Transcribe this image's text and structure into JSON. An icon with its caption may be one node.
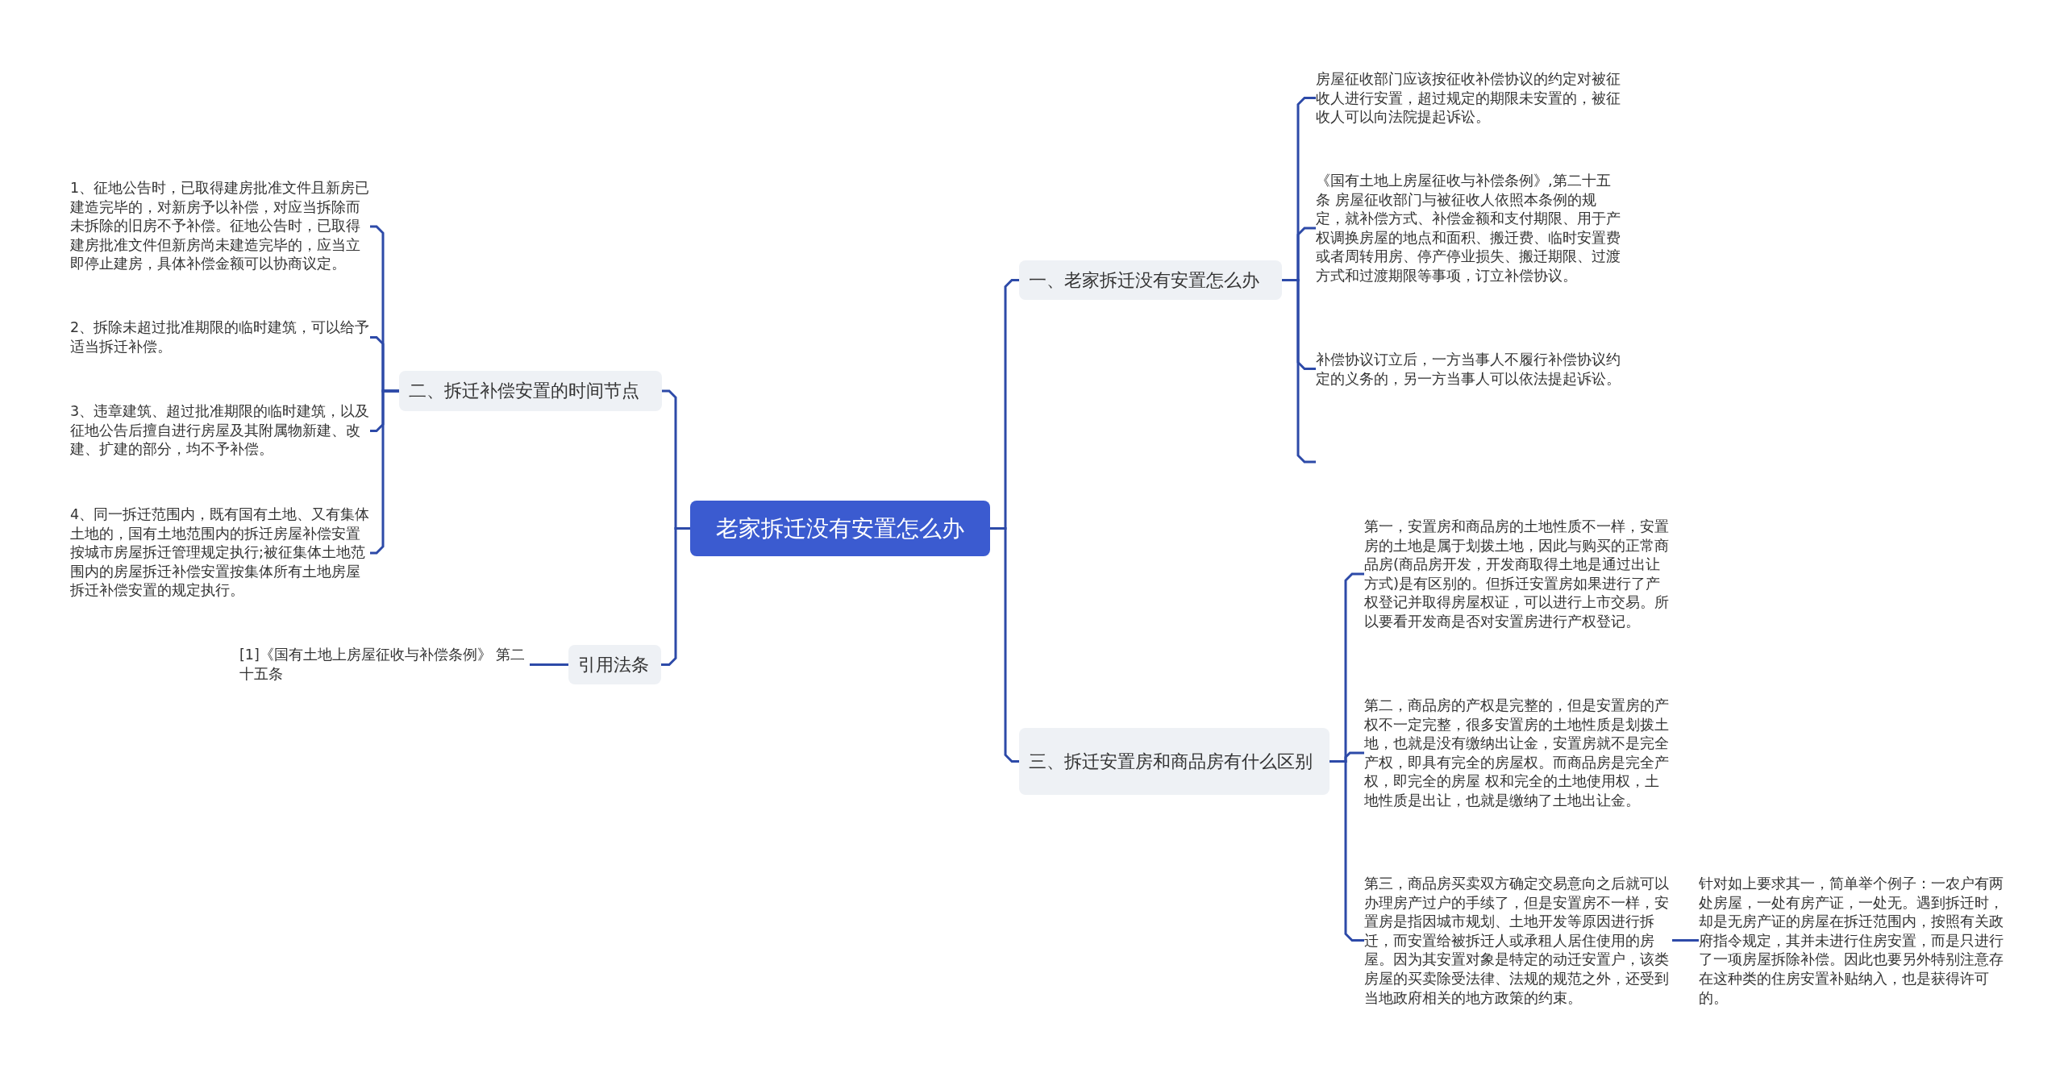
{
  "diagram": {
    "nodes": [
      {
        "text": [
          "老家拆迁没有安置怎么办"
        ]
      },
      {
        "text": [
          "一、老家拆迁没有安置怎么办"
        ]
      },
      {
        "text": [
          "房屋征收部门应该按征收补偿协议的约定对被征收人进行安置，超过规定的期限未安置的，被征收人可以向法院提起诉讼。"
        ]
      },
      {
        "text": [
          "《国有土地上房屋征收与补偿条例》,第二十五条 房屋征收部门与被征收人依照本条例的规定，就补偿方式、补偿金额和支付期限、用于产权调换房屋的地点和面积、搬迁费、临时安置费或者周转用房、停产停业损失、搬迁期限、过渡方式和过渡期限等事项，订立补偿协议。"
        ]
      },
      {
        "text": [
          "补偿协议订立后，一方当事人不履行补偿协议约定的义务的，另一方当事人可以依法提起诉讼。"
        ]
      },
      {
        "text": [
          "三、拆迁安置房和商品房有什么区别"
        ]
      },
      {
        "text": [
          "第一，安置房和商品房的土地性质不一样，安置房的土地是属于划拨土地，因此与购买的正常商品房(商品房开发，开发商取得土地是通过出让方式)是有区别的。但拆迁安置房如果进行了产权登记并取得房屋权证，可以进行上市交易。所以要看开发商是否对安置房进行产权登记。"
        ]
      },
      {
        "text": [
          "第二，商品房的产权是完整的，但是安置房的产权不一定完整，很多安置房的土地性质是划拨土地，也就是没有缴纳出让金，安置房就不是完全产权，即具有完全的房屋权。而商品房是完全产权，即完全的房屋 权和完全的土地使用权，土地性质是出让，也就是缴纳了土地出让金。"
        ]
      },
      {
        "text": [
          "第三，商品房买卖双方确定交易意向之后就可以办理房产过户的手续了，但是安置房不一样，安置房是指因城市规划、土地开发等原因进行拆迁，而安置给被拆迁人或承租人居住使用的房屋。因为其安置对象是特定的动迁安置户，该类房屋的买卖除受法律、法规的规范之外，还受到当地政府相关的地方政策的约束。"
        ]
      },
      {
        "text": [
          "针对如上要求其一，简单举个例子：一农户有两处房屋，一处有房产证，一处无。遇到拆迁时，却是无房产证的房屋在拆迁范围内，按照有关政府指令规定，其并未进行住房安置，而是只进行了一项房屋拆除补偿。因此也要另外特别注意存在这种类的住房安置补贴纳入，也是获得许可的。"
        ]
      },
      {
        "text": [
          "二、拆迁补偿安置的时间节点"
        ]
      },
      {
        "text": [
          "1、征地公告时，已取得建房批准文件且新房已建造完毕的，对新房予以补偿，对应当拆除而未拆除的旧房不予补偿。征地公告时，已取得建房批准文件但新房尚未建造完毕的，应当立即停止建房，具体补偿金额可以协商议定。"
        ]
      },
      {
        "text": [
          "2、拆除未超过批准期限的临时建筑，可以给予适当拆迁补偿。"
        ]
      },
      {
        "text": [
          "3、违章建筑、超过批准期限的临时建筑，以及征地公告后擅自进行房屋及其附属物新建、改建、扩建的部分，均不予补偿。"
        ]
      },
      {
        "text": [
          "4、同一拆迁范围内，既有国有土地、又有集体土地的，国有土地范围内的拆迁房屋补偿安置按城市房屋拆迁管理规定执行;被征集体土地范围内的房屋拆迁补偿安置按集体所有土地房屋拆迁补偿安置的规定执行。"
        ]
      },
      {
        "text": [
          "引用法条"
        ]
      },
      {
        "text": [
          "[1]《国有土地上房屋征收与补偿条例》 第二十五条"
        ]
      }
    ],
    "edges": [
      {
        "from": 0,
        "to": 1,
        "arrow": "none"
      },
      {
        "from": 1,
        "to": 2,
        "arrow": "none"
      },
      {
        "from": 1,
        "to": 3,
        "arrow": "none"
      },
      {
        "from": 1,
        "to": 4,
        "arrow": "none"
      },
      {
        "from": 1,
        "to": null,
        "arrow": "none"
      },
      {
        "from": 0,
        "to": 5,
        "arrow": "none"
      },
      {
        "from": 5,
        "to": 6,
        "arrow": "none"
      },
      {
        "from": 5,
        "to": 7,
        "arrow": "none"
      },
      {
        "from": 5,
        "to": 8,
        "arrow": "none"
      },
      {
        "from": 8,
        "to": 9,
        "arrow": "none"
      },
      {
        "from": 0,
        "to": 10,
        "arrow": "none"
      },
      {
        "from": 10,
        "to": 11,
        "arrow": "none"
      },
      {
        "from": 10,
        "to": 12,
        "arrow": "none"
      },
      {
        "from": 10,
        "to": 13,
        "arrow": "none"
      },
      {
        "from": 10,
        "to": 14,
        "arrow": "none"
      },
      {
        "from": 0,
        "to": 15,
        "arrow": "none"
      },
      {
        "from": 15,
        "to": 16,
        "arrow": "none"
      }
    ]
  }
}
